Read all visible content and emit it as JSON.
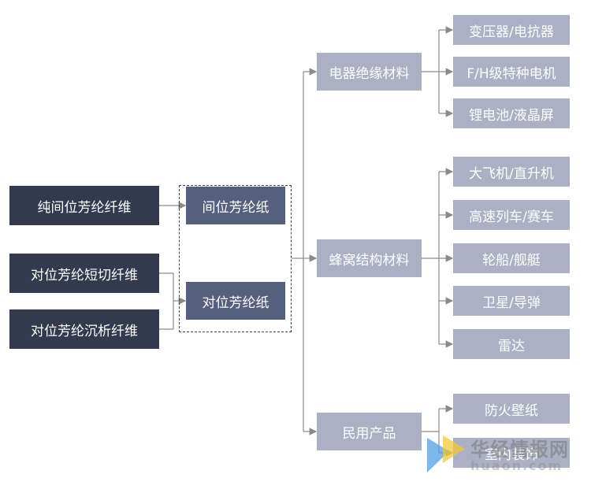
{
  "sources": {
    "meta_pure": "纯间位芳纶纤维",
    "para_staple": "对位芳纶短切纤维",
    "para_pulp": "对位芳纶沉析纤维"
  },
  "papers": {
    "meta": "间位芳纶纸",
    "para": "对位芳纶纸"
  },
  "categories": {
    "electrical": "电器绝缘材料",
    "honeycomb": "蜂窝结构材料",
    "civil": "民用产品"
  },
  "applications": {
    "transformer": "变压器/电抗器",
    "motor": "F/H级特种电机",
    "battery": "锂电池/液晶屏",
    "aircraft": "大飞机/直升机",
    "train": "高速列车/赛车",
    "ship": "轮船/舰艇",
    "satellite": "卫星/导弹",
    "radar": "雷达",
    "wallpaper": "防火壁纸",
    "interior": "室内装饰"
  },
  "watermark": {
    "name": "华经情报网",
    "url": "huaon.com"
  }
}
